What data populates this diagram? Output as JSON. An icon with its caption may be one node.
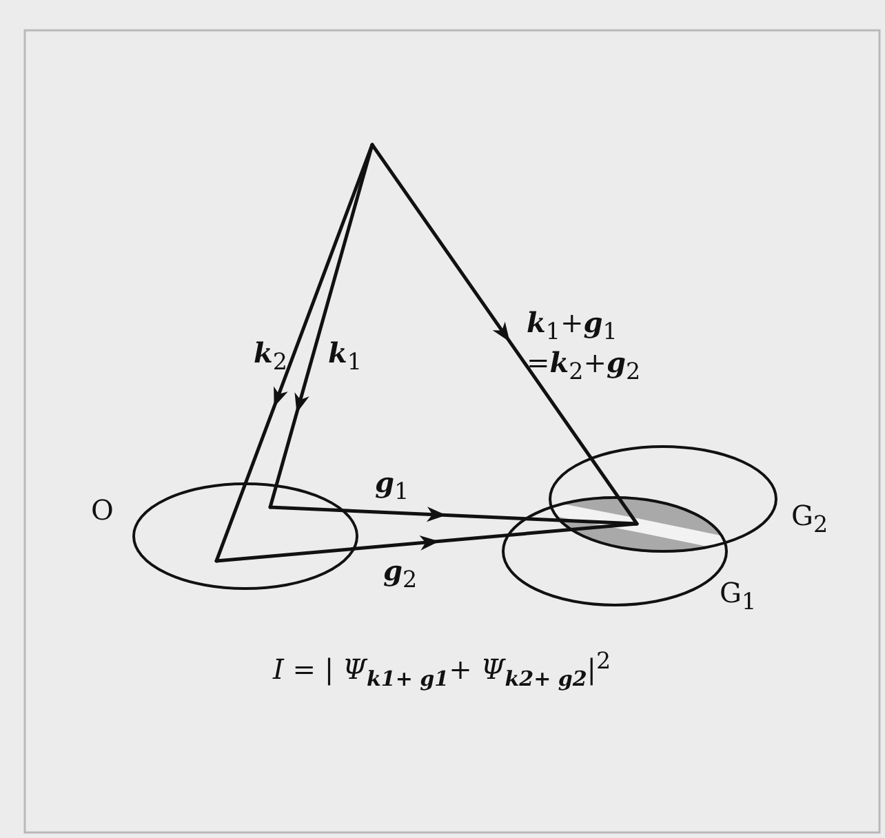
{
  "diagram": {
    "nodes": [
      {
        "text": [],
        "shape": "ellipse",
        "beside": [
          "O"
        ]
      },
      {
        "text": [],
        "shape": "ellipse",
        "beside": [
          "G$_{2}$"
        ]
      },
      {
        "text": [],
        "shape": "ellipse",
        "beside": [
          "G$_{1}$"
        ]
      }
    ],
    "labels": [
      "**k**$_{1}$+**g**$_{1}$ =**k**$_{2}$+**g**$_{2}$",
      "**k**$_{2}$",
      "**k**$_{1}$",
      "**g**$_{1}$",
      "**g**$_{2}$",
      "*I* = | *Ψ*$_{k1+ g1}$+  *Ψ*$_{k2+ g2}$|$^{2}$"
    ]
  }
}
